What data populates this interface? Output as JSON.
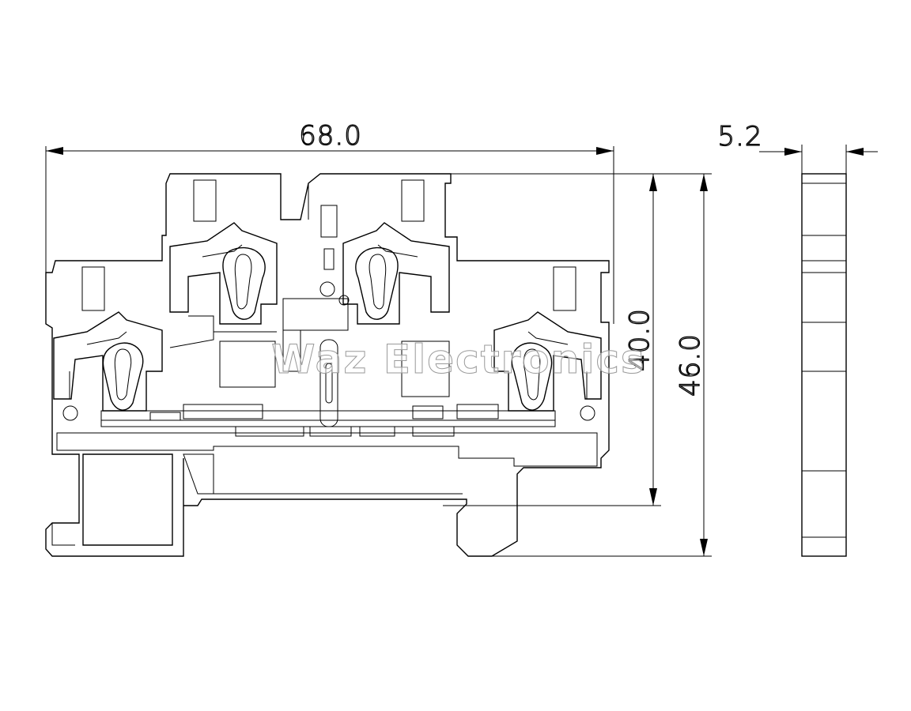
{
  "dimensions": {
    "width_label": "68.0",
    "thickness_label": "5.2",
    "height_inner_label": "40.0",
    "height_total_label": "46.0"
  },
  "watermark": "Waz Electronics"
}
